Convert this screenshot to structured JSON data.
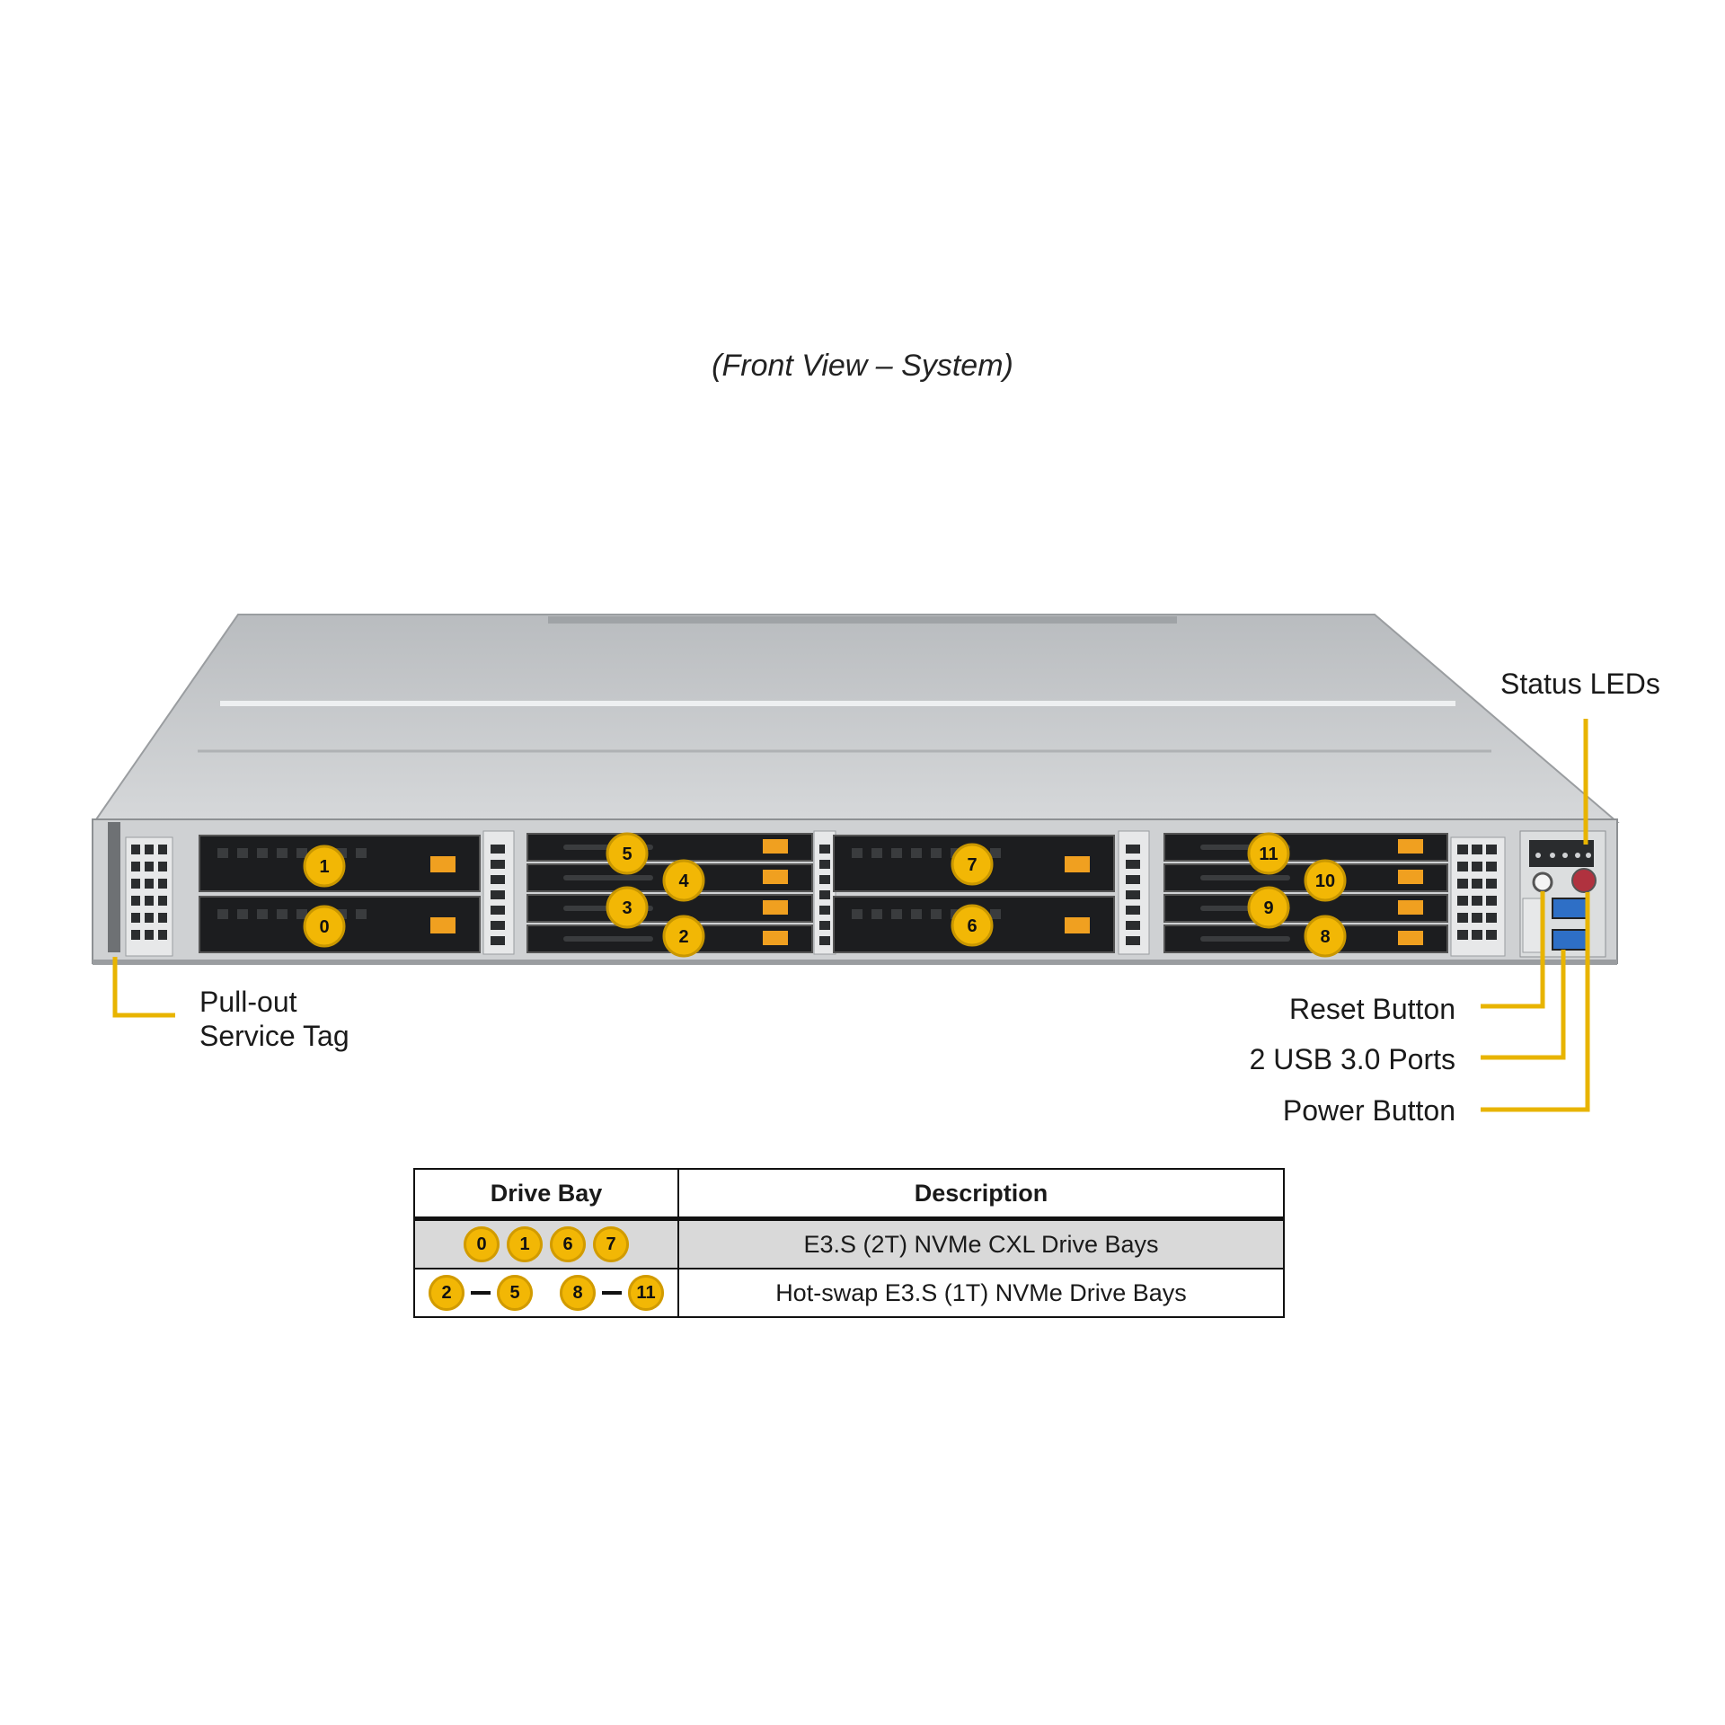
{
  "caption": "(Front View – System)",
  "labels": {
    "status_leds": "Status LEDs",
    "pull_out_line1": "Pull-out",
    "pull_out_line2": "Service Tag",
    "reset_button": "Reset Button",
    "usb_ports": "2 USB 3.0 Ports",
    "power_button": "Power Button"
  },
  "drive_bays": {
    "left_group": [
      "1",
      "0"
    ],
    "mid_left_group": [
      "5",
      "4",
      "3",
      "2"
    ],
    "mid_right_group": [
      "7",
      "6"
    ],
    "right_group": [
      "11",
      "10",
      "9",
      "8"
    ]
  },
  "table": {
    "headers": [
      "Drive Bay",
      "Description"
    ],
    "rows": [
      {
        "bays": [
          "0",
          "1",
          "6",
          "7"
        ],
        "description": "E3.S (2T) NVMe CXL Drive Bays"
      },
      {
        "range1": [
          "2",
          "5"
        ],
        "range2": [
          "8",
          "11"
        ],
        "description": "Hot-swap E3.S (1T) NVMe Drive Bays"
      }
    ]
  },
  "colors": {
    "accent": "#f2b705",
    "callout_line": "#e8b400",
    "chassis": "#c9cbcd"
  }
}
